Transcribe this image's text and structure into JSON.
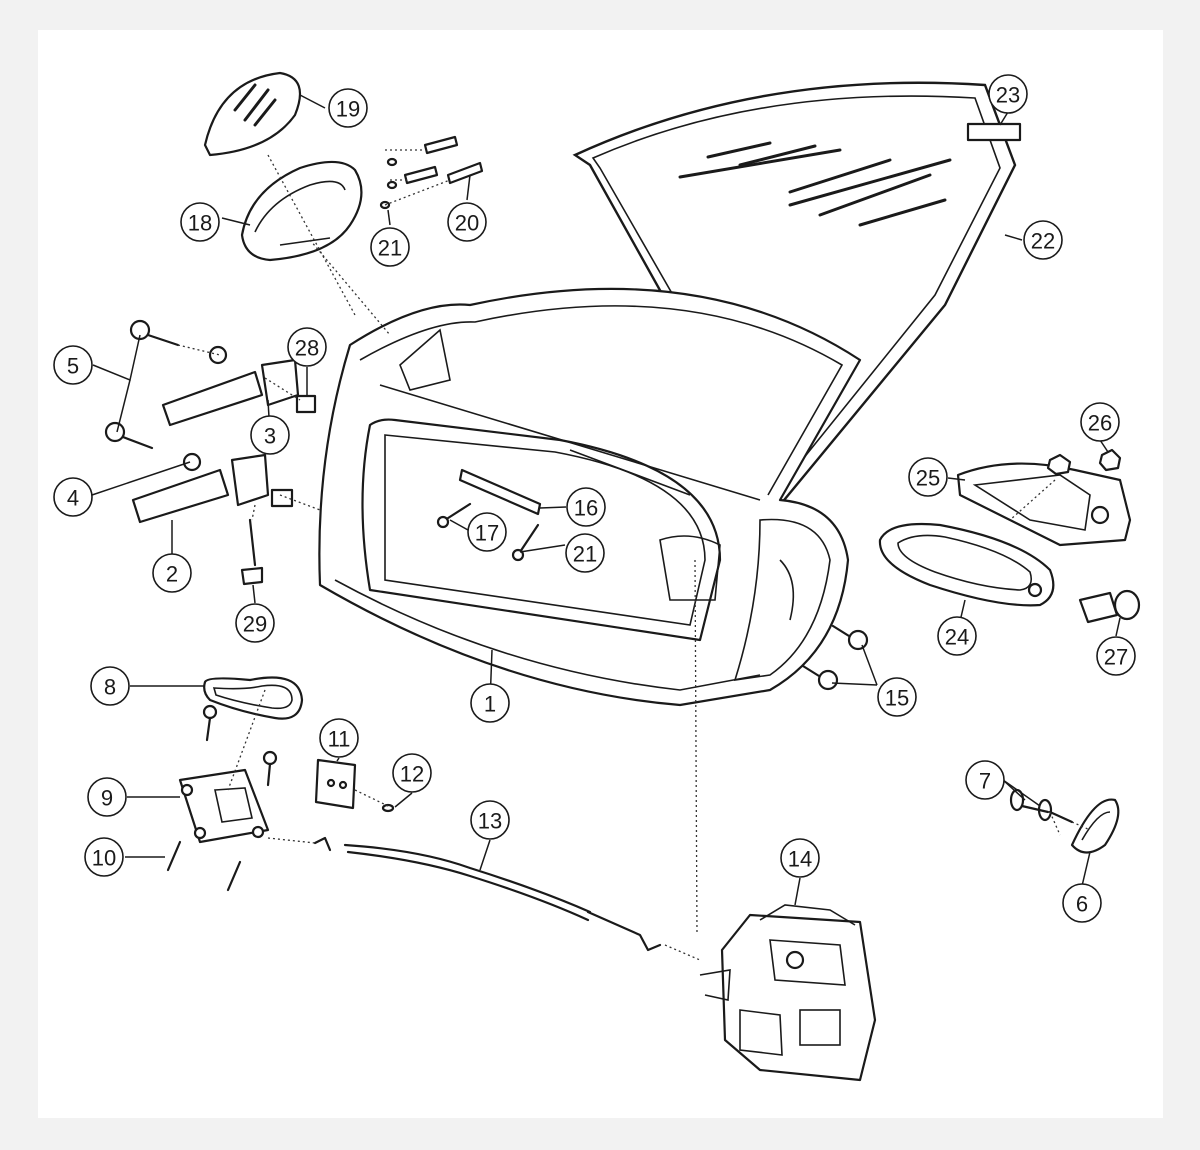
{
  "diagram": {
    "style": "exploded-parts-view",
    "line_color": "#1a1a1a",
    "background": "#ffffff",
    "callouts": [
      {
        "id": "c1",
        "label": "1"
      },
      {
        "id": "c2",
        "label": "2"
      },
      {
        "id": "c3",
        "label": "3"
      },
      {
        "id": "c4",
        "label": "4"
      },
      {
        "id": "c5",
        "label": "5"
      },
      {
        "id": "c6",
        "label": "6"
      },
      {
        "id": "c7",
        "label": "7"
      },
      {
        "id": "c8",
        "label": "8"
      },
      {
        "id": "c9",
        "label": "9"
      },
      {
        "id": "c10",
        "label": "10"
      },
      {
        "id": "c11",
        "label": "11"
      },
      {
        "id": "c12",
        "label": "12"
      },
      {
        "id": "c13",
        "label": "13"
      },
      {
        "id": "c14",
        "label": "14"
      },
      {
        "id": "c15",
        "label": "15"
      },
      {
        "id": "c16",
        "label": "16"
      },
      {
        "id": "c17",
        "label": "17"
      },
      {
        "id": "c18",
        "label": "18"
      },
      {
        "id": "c19",
        "label": "19"
      },
      {
        "id": "c20",
        "label": "20"
      },
      {
        "id": "c21a",
        "label": "21"
      },
      {
        "id": "c21b",
        "label": "21"
      },
      {
        "id": "c22",
        "label": "22"
      },
      {
        "id": "c23",
        "label": "23"
      },
      {
        "id": "c24",
        "label": "24"
      },
      {
        "id": "c25",
        "label": "25"
      },
      {
        "id": "c26",
        "label": "26"
      },
      {
        "id": "c27",
        "label": "27"
      },
      {
        "id": "c28",
        "label": "28"
      },
      {
        "id": "c29",
        "label": "29"
      }
    ]
  }
}
